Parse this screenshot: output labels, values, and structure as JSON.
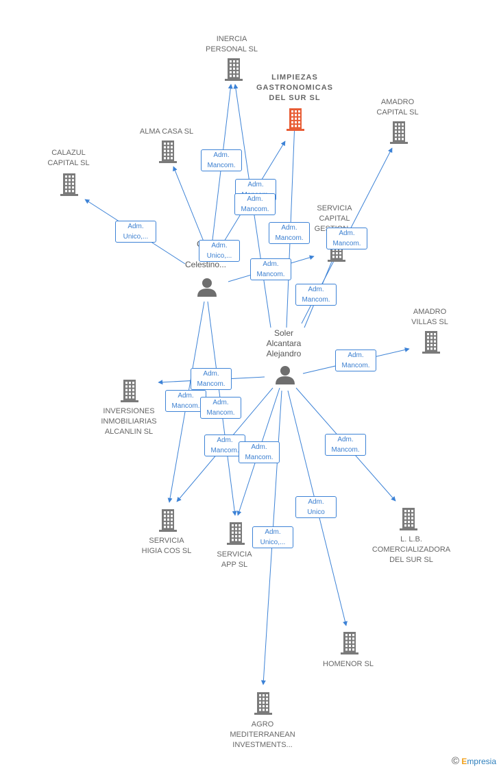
{
  "colors": {
    "edge": "#3c82d6",
    "building": "#7a7a7a",
    "building_main": "#e85d35",
    "person": "#6e6e6e"
  },
  "nodes": [
    {
      "id": "inercia",
      "type": "company",
      "label": "INERCIA\nPERSONAL SL"
    },
    {
      "id": "limpiezas",
      "type": "company",
      "main": true,
      "label": "LIMPIEZAS\nGASTRONOMICAS\nDEL SUR  SL"
    },
    {
      "id": "amadro_capital",
      "type": "company",
      "label": "AMADRO\nCAPITAL  SL"
    },
    {
      "id": "alma",
      "type": "company",
      "label": "ALMA CASA SL"
    },
    {
      "id": "calazul",
      "type": "company",
      "label": "CALAZUL\nCAPITAL SL"
    },
    {
      "id": "servicia_capital",
      "type": "company",
      "label": "SERVICIA\nCAPITAL\nGESTION..."
    },
    {
      "id": "amadro_villas",
      "type": "company",
      "label": "AMADRO\nVILLAS  SL"
    },
    {
      "id": "inversiones",
      "type": "company",
      "label": "INVERSIONES\nINMOBILIARIAS\nALCANLIN SL"
    },
    {
      "id": "higia",
      "type": "company",
      "label": "SERVICIA\nHIGIA COS  SL"
    },
    {
      "id": "app",
      "type": "company",
      "label": "SERVICIA\nAPP  SL"
    },
    {
      "id": "llb",
      "type": "company",
      "label": "L. L.B.\nCOMERCIALIZADORA\nDEL SUR  SL"
    },
    {
      "id": "homenor",
      "type": "company",
      "label": "HOMENOR  SL"
    },
    {
      "id": "agro",
      "type": "company",
      "label": "AGRO\nMEDITERRANEAN\nINVESTMENTS..."
    },
    {
      "id": "garcia",
      "type": "person",
      "label": "Ga...\nFr...\nCelestino..."
    },
    {
      "id": "soler",
      "type": "person",
      "label": "Soler\nAlcantara\nAlejandro"
    }
  ],
  "edges": [
    {
      "from": "garcia",
      "to": "inercia",
      "label": "Adm.\nMancom."
    },
    {
      "from": "garcia",
      "to": "alma",
      "label": "Adm.\nUnico,..."
    },
    {
      "from": "garcia",
      "to": "calazul",
      "label": "Adm.\nUnico,..."
    },
    {
      "from": "garcia",
      "to": "limpiezas",
      "label": "Adm.\nMancom."
    },
    {
      "from": "garcia",
      "to": "servicia_capital",
      "label": "Adm.\nMancom."
    },
    {
      "from": "garcia",
      "to": "higia",
      "label": "Adm.\nMancom."
    },
    {
      "from": "garcia",
      "to": "app",
      "label": "Adm.\nMancom."
    },
    {
      "from": "soler",
      "to": "inercia",
      "label": "Adm.\nMancom."
    },
    {
      "from": "soler",
      "to": "limpiezas",
      "label": "Adm.\nMancom."
    },
    {
      "from": "soler",
      "to": "amadro_capital",
      "label": "Adm.\nMancom."
    },
    {
      "from": "soler",
      "to": "servicia_capital",
      "label": "Adm.\nMancom."
    },
    {
      "from": "soler",
      "to": "amadro_villas",
      "label": "Adm.\nMancom."
    },
    {
      "from": "soler",
      "to": "inversiones",
      "label": "Adm.\nMancom."
    },
    {
      "from": "soler",
      "to": "higia",
      "label": "Adm.\nMancom."
    },
    {
      "from": "soler",
      "to": "app",
      "label": "Adm.\nMancom."
    },
    {
      "from": "soler",
      "to": "llb",
      "label": "Adm.\nMancom."
    },
    {
      "from": "soler",
      "to": "homenor",
      "label": "Adm.\nUnico"
    },
    {
      "from": "soler",
      "to": "agro",
      "label": "Adm.\nUnico,..."
    }
  ],
  "watermark": {
    "symbol": "©",
    "brand_initial": "E",
    "brand_rest": "mpresia"
  }
}
